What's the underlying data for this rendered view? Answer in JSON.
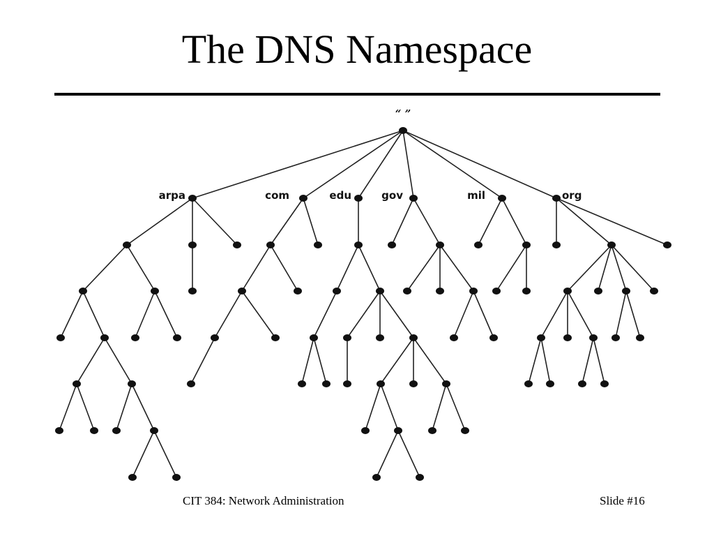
{
  "slide": {
    "title": "The DNS Namespace",
    "footer_left": "CIT 384: Network Administration",
    "footer_right": "Slide #16"
  },
  "diagram": {
    "root_label": "“ ”",
    "tlds": [
      "arpa",
      "com",
      "edu",
      "gov",
      "mil",
      "org"
    ]
  }
}
